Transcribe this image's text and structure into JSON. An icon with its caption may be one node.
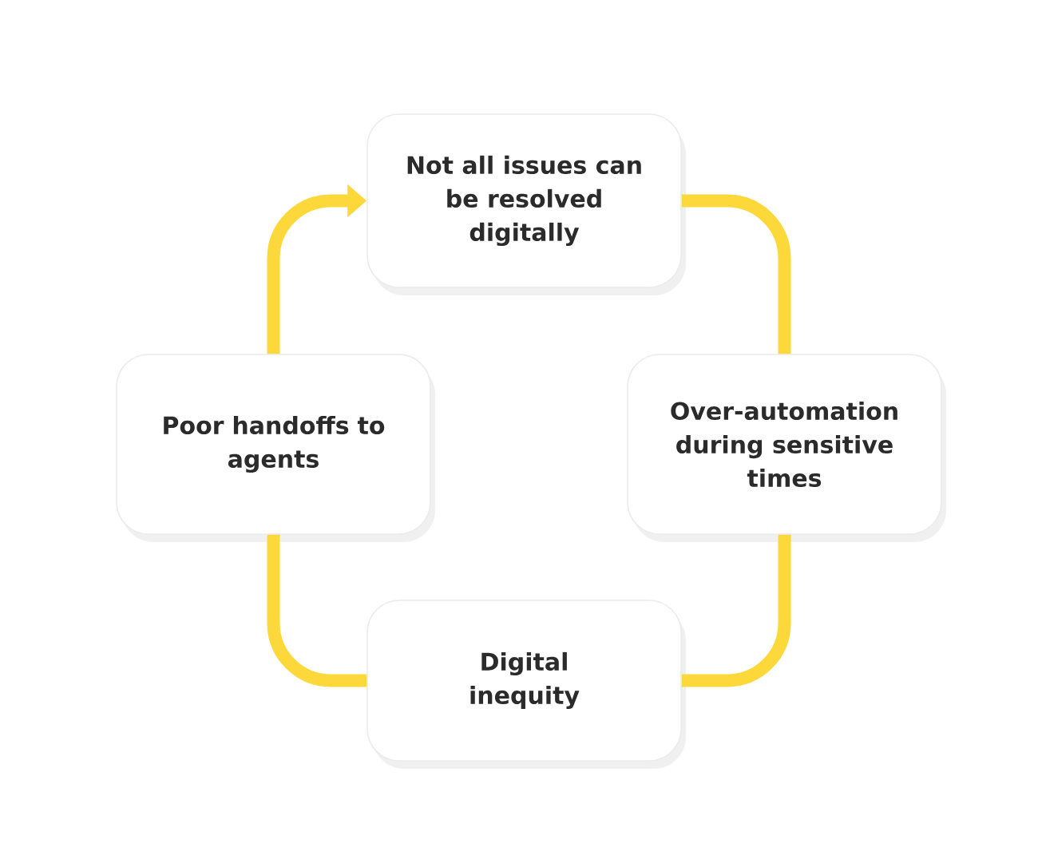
{
  "diagram": {
    "nodes": [
      {
        "text": [
          "Not all issues can be resolved digitally"
        ]
      },
      {
        "text": [
          "Poor handoffs to agents"
        ]
      },
      {
        "text": [
          "Over-automation during sensitive times"
        ]
      },
      {
        "text": [
          "Digital inequity"
        ]
      }
    ],
    "edges": [
      {
        "from": 0,
        "to": 2,
        "arrow": "none"
      },
      {
        "from": 2,
        "to": 3,
        "arrow": "none"
      },
      {
        "from": 3,
        "to": 1,
        "arrow": "none"
      },
      {
        "from": 1,
        "to": 0,
        "arrow": "to"
      }
    ]
  }
}
